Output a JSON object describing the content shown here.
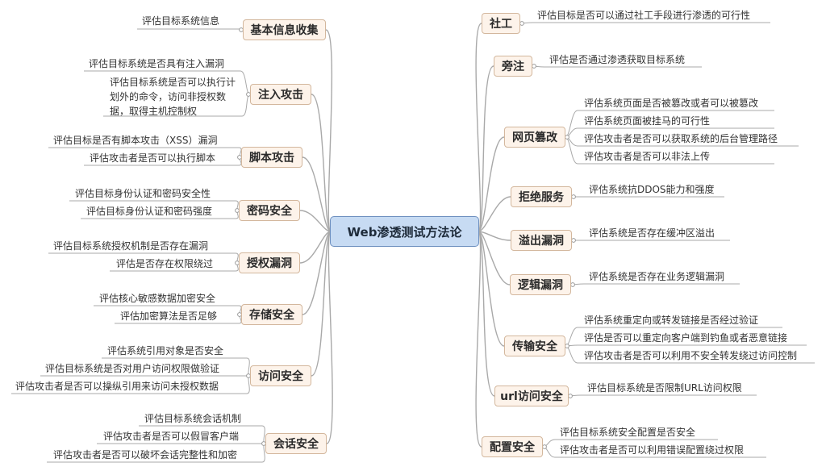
{
  "central": "Web渗透测试方法论",
  "left": [
    {
      "label": "基本信息收集",
      "items": [
        "评估目标系统信息"
      ]
    },
    {
      "label": "注入攻击",
      "items": [
        "评估目标系统是否具有注入漏洞",
        "评估目标系统是否可以执行计划外的命令，访问非授权数据，取得主机控制权"
      ]
    },
    {
      "label": "脚本攻击",
      "items": [
        "评估目标是否有脚本攻击（XSS）漏洞",
        "评估攻击者是否可以执行脚本"
      ]
    },
    {
      "label": "密码安全",
      "items": [
        "评估目标身份认证和密码安全性",
        "评估目标身份认证和密码强度"
      ]
    },
    {
      "label": "授权漏洞",
      "items": [
        "评估目标系统授权机制是否存在漏洞",
        "评估是否存在权限绕过"
      ]
    },
    {
      "label": "存储安全",
      "items": [
        "评估核心敏感数据加密安全",
        "评估加密算法是否足够"
      ]
    },
    {
      "label": "访问安全",
      "items": [
        "评估系统引用对象是否安全",
        "评估目标系统是否对用户访问权限做验证",
        "评估攻击者是否可以操纵引用来访问未授权数据"
      ]
    },
    {
      "label": "会话安全",
      "items": [
        "评估目标系统会话机制",
        "评估攻击者是否可以假冒客户端",
        "评估攻击者是否可以破坏会话完整性和加密"
      ]
    }
  ],
  "right": [
    {
      "label": "社工",
      "items": [
        "评估目标是否可以通过社工手段进行渗透的可行性"
      ]
    },
    {
      "label": "旁注",
      "items": [
        "评估是否通过渗透获取目标系统"
      ]
    },
    {
      "label": "网页篡改",
      "items": [
        "评估系统页面是否被篡改或者可以被篡改",
        "评估系统页面被挂马的可行性",
        "评估攻击者是否可以获取系统的后台管理路径",
        "评估攻击者是否可以非法上传"
      ]
    },
    {
      "label": "拒绝服务",
      "items": [
        "评估系统抗DDOS能力和强度"
      ]
    },
    {
      "label": "溢出漏洞",
      "items": [
        "评估系统是否存在缓冲区溢出"
      ]
    },
    {
      "label": "逻辑漏洞",
      "items": [
        "评估系统是否存在业务逻辑漏洞"
      ]
    },
    {
      "label": "传输安全",
      "items": [
        "评估系统重定向或转发链接是否经过验证",
        "评估是否可以重定向客户端到钓鱼或者恶意链接",
        "评估攻击者是否可以利用不安全转发绕过访问控制"
      ]
    },
    {
      "label": "url访问安全",
      "items": [
        "评估目标系统是否限制URL访问权限"
      ]
    },
    {
      "label": "配置安全",
      "items": [
        "评估目标系统安全配置是否安全",
        "评估攻击者是否可以利用错误配置绕过权限"
      ]
    }
  ]
}
